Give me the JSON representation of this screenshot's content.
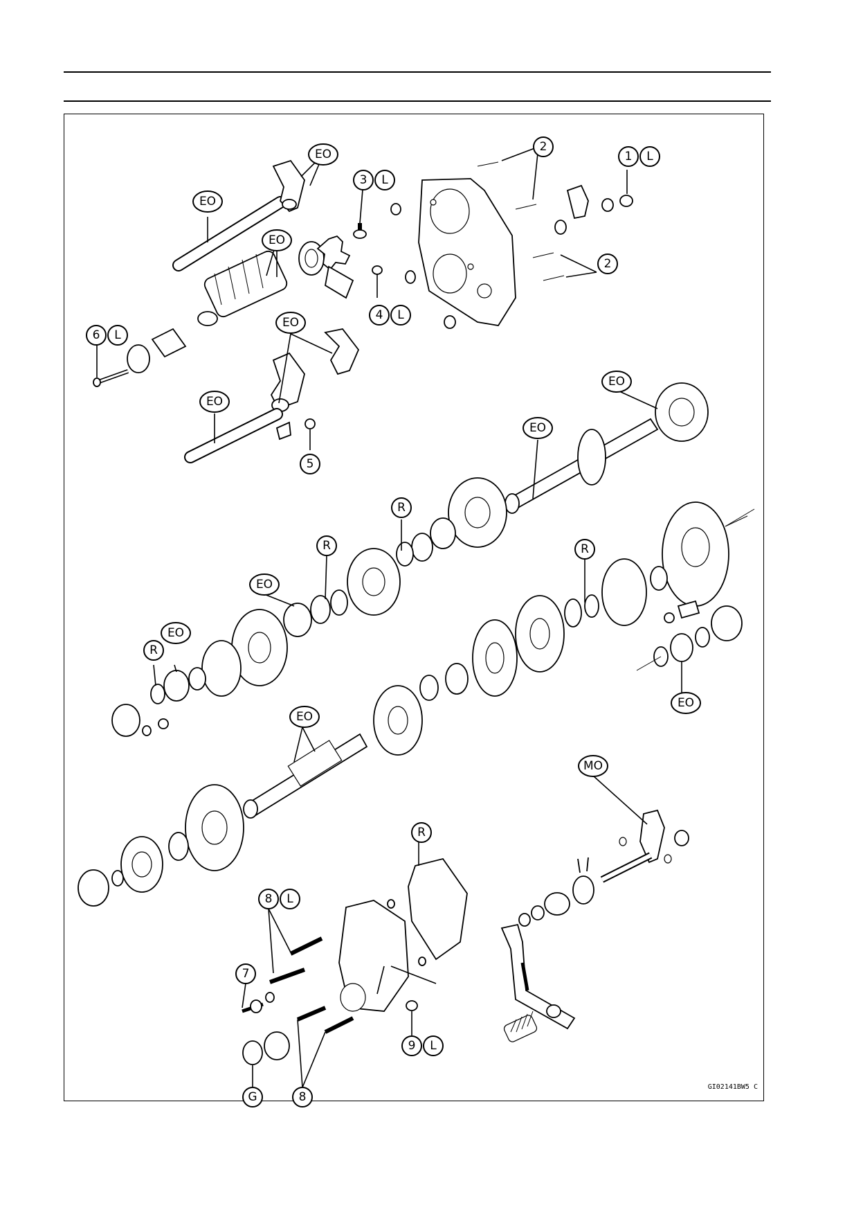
{
  "diagram_code": "GI02141BW5 C",
  "labels": {
    "eo": "EO",
    "mo": "MO",
    "l": "L",
    "r": "R",
    "g": "G",
    "n1": "1",
    "n2": "2",
    "n3": "3",
    "n4": "4",
    "n5": "5",
    "n6": "6",
    "n7": "7",
    "n8": "8",
    "n9": "9"
  }
}
